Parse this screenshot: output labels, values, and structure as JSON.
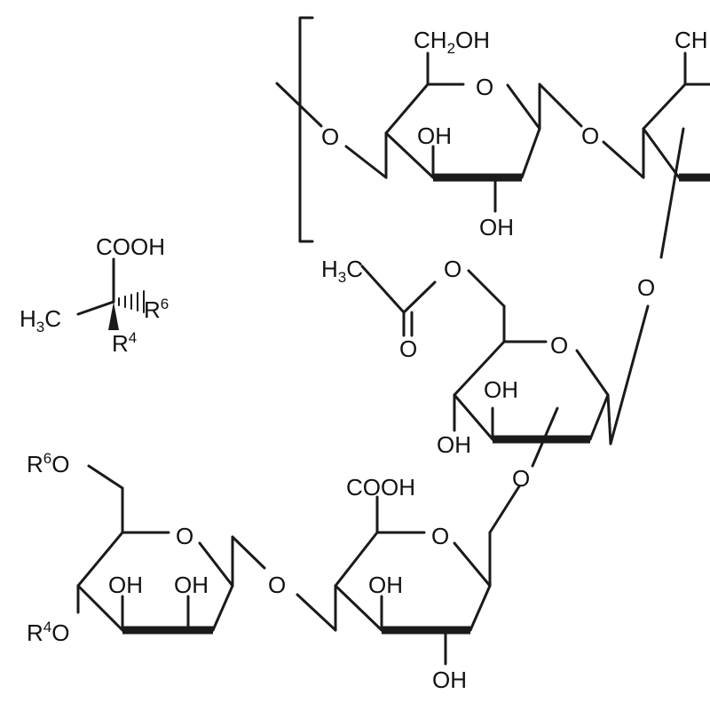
{
  "atoms": {
    "ch2oh_top": [
      "CH",
      "2",
      "OH"
    ],
    "ch_cut": "CH",
    "ring_o": "O",
    "link_o": "O",
    "oh": "OH",
    "cooh": "COOH",
    "h3c": [
      "H",
      "3",
      "C"
    ],
    "carbonyl_o": "O",
    "r6": [
      "R",
      "6"
    ],
    "r4": [
      "R",
      "4"
    ],
    "r6o": [
      "R",
      "6",
      "O"
    ],
    "r4o": [
      "R",
      "4",
      "O"
    ]
  }
}
